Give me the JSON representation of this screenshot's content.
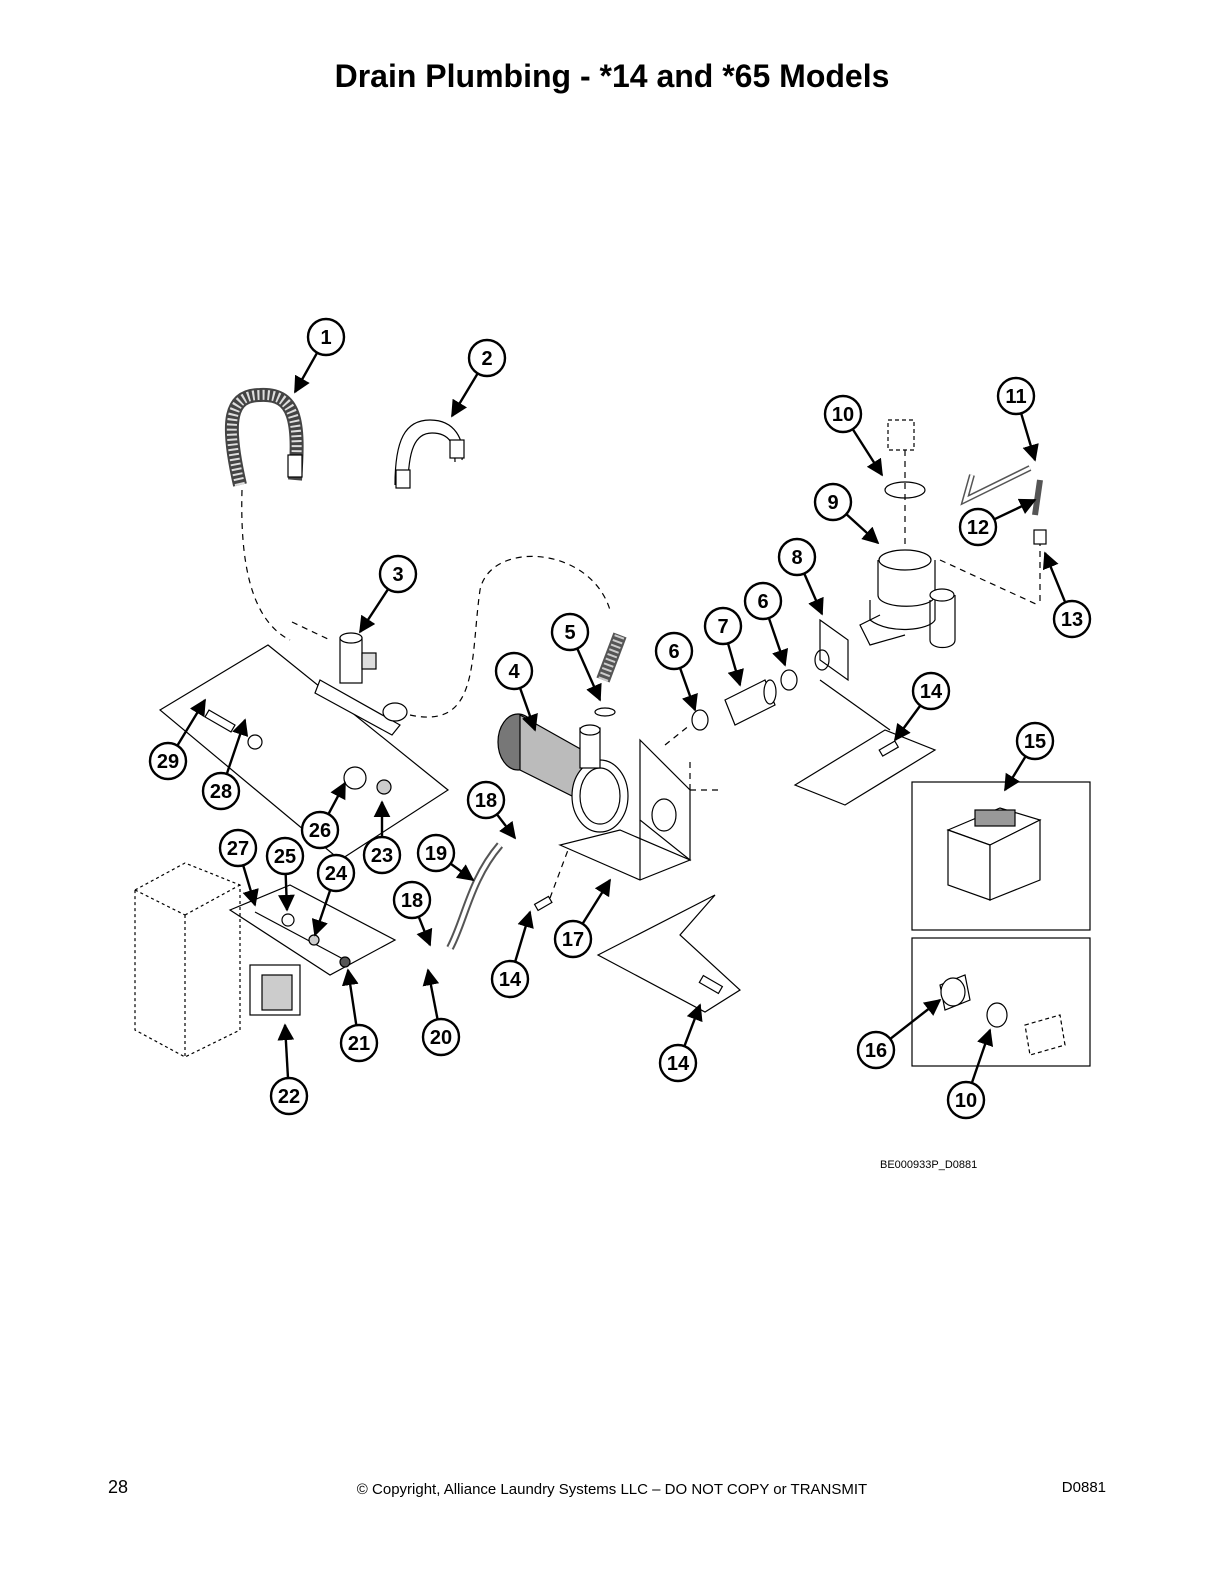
{
  "title": "Drain Plumbing - *14 and *65 Models",
  "figure_reference": "BE000933P_D0881",
  "footer": {
    "page_number": "28",
    "copyright": "© Copyright, Alliance Laundry Systems LLC – DO NOT COPY or TRANSMIT",
    "doc_code": "D0881"
  },
  "callouts": [
    "1",
    "2",
    "3",
    "4",
    "5",
    "6",
    "6",
    "7",
    "8",
    "9",
    "10",
    "11",
    "12",
    "13",
    "14",
    "15",
    "29",
    "28",
    "18",
    "26",
    "23",
    "19",
    "27",
    "25",
    "24",
    "18",
    "14",
    "17",
    "21",
    "20",
    "22",
    "14",
    "16",
    "10"
  ]
}
